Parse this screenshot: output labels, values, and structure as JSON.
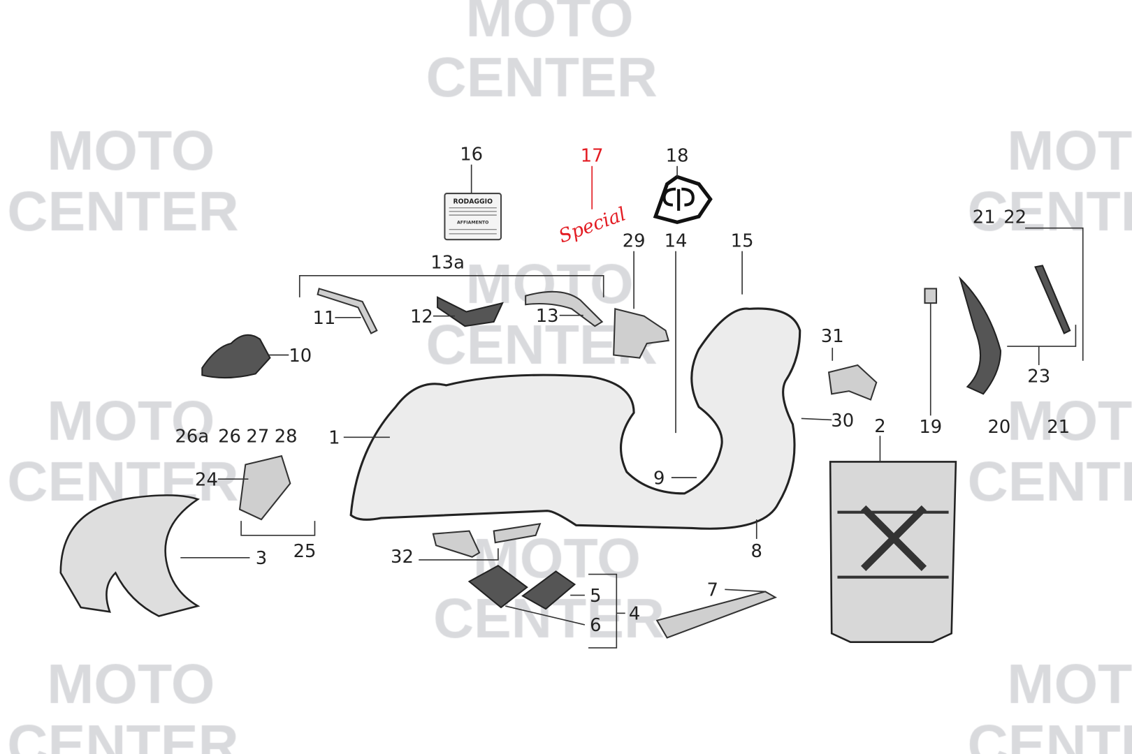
{
  "watermark": {
    "line1": "MOTO",
    "line2": "CENTER"
  },
  "sticker_16": {
    "title": "RODAGGIO",
    "subtitle": "AFFIAMENTO"
  },
  "logo_17_text": "Special",
  "labels": [
    "16",
    "17",
    "18",
    "29",
    "14",
    "15",
    "13a",
    "11",
    "12",
    "13",
    "10",
    "31",
    "30",
    "1",
    "2",
    "19",
    "20",
    "21",
    "23",
    "21",
    "22",
    "26a",
    "26",
    "27",
    "28",
    "24",
    "9",
    "8",
    "25",
    "3",
    "32",
    "7",
    "5",
    "4",
    "6"
  ],
  "colors": {
    "highlight": "#e31c23",
    "watermark": "#d9dadd"
  }
}
